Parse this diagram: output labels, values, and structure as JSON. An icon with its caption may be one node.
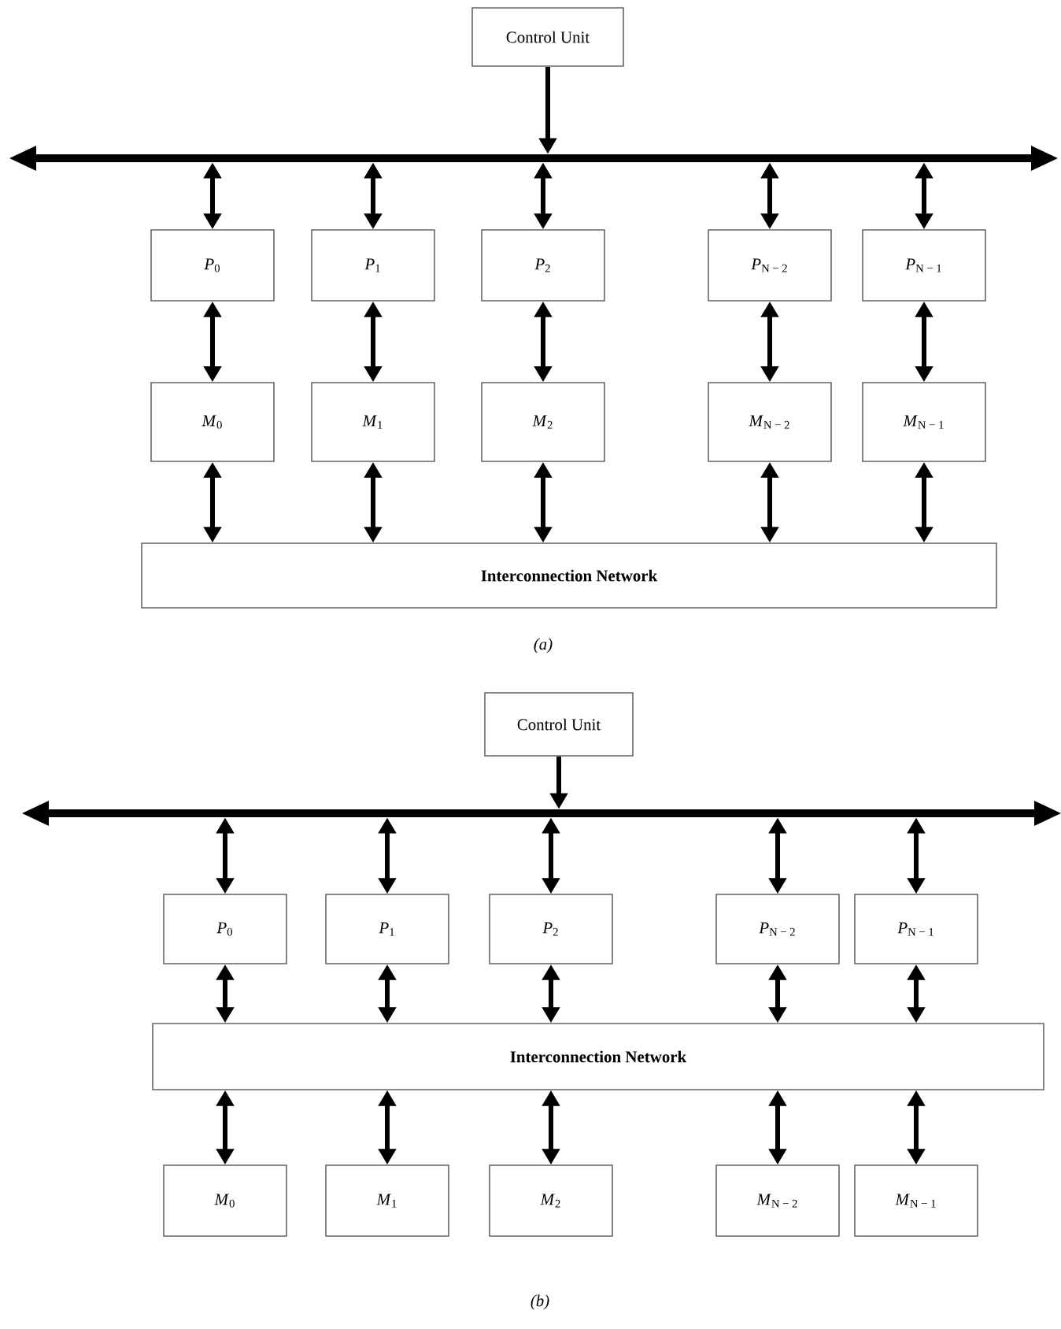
{
  "diagram": {
    "nodes": [
      {
        "text": [
          "Control Unit"
        ]
      },
      {
        "text": [],
        "shape": "bar"
      },
      {
        "text": [
          "*P*$_{0}$"
        ]
      },
      {
        "text": [
          "*P*$_{1}$"
        ]
      },
      {
        "text": [
          "*P*$_{2}$"
        ]
      },
      {
        "text": [
          "*P*$_{N − 2}$"
        ]
      },
      {
        "text": [
          "*P*$_{N − 1}$"
        ]
      },
      {
        "text": [
          "*M*$_{0}$"
        ]
      },
      {
        "text": [
          "*M*$_{1}$"
        ]
      },
      {
        "text": [
          "*M*$_{2}$"
        ]
      },
      {
        "text": [
          "*M*$_{N − 2}$"
        ]
      },
      {
        "text": [
          "*M*$_{N − 1}$"
        ]
      },
      {
        "text": [
          "Interconnection Network"
        ]
      },
      {
        "text": [
          "Control Unit"
        ]
      },
      {
        "text": [],
        "shape": "bar"
      },
      {
        "text": [
          "*P*$_{0}$"
        ]
      },
      {
        "text": [
          "*P*$_{1}$"
        ]
      },
      {
        "text": [
          "*P*$_{2}$"
        ]
      },
      {
        "text": [
          "*P*$_{N − 2}$"
        ]
      },
      {
        "text": [
          "*P*$_{N − 1}$"
        ]
      },
      {
        "text": [
          "Interconnection Network"
        ]
      },
      {
        "text": [
          "*M*$_{0}$"
        ]
      },
      {
        "text": [
          "*M*$_{1}$"
        ]
      },
      {
        "text": [
          "*M*$_{2}$"
        ]
      },
      {
        "text": [
          "*M*$_{N − 2}$"
        ]
      },
      {
        "text": [
          "*M*$_{N − 1}$"
        ]
      }
    ],
    "edges": [
      {
        "from": 0,
        "to": 1,
        "arrow": "to"
      },
      {
        "from": 1,
        "to": 2,
        "arrow": "both"
      },
      {
        "from": 1,
        "to": 3,
        "arrow": "both"
      },
      {
        "from": 1,
        "to": 4,
        "arrow": "both"
      },
      {
        "from": 1,
        "to": 5,
        "arrow": "both"
      },
      {
        "from": 1,
        "to": 6,
        "arrow": "both"
      },
      {
        "from": 2,
        "to": 7,
        "arrow": "both"
      },
      {
        "from": 3,
        "to": 8,
        "arrow": "both"
      },
      {
        "from": 4,
        "to": 9,
        "arrow": "both"
      },
      {
        "from": 5,
        "to": 10,
        "arrow": "both"
      },
      {
        "from": 6,
        "to": 11,
        "arrow": "both"
      },
      {
        "from": 7,
        "to": 12,
        "arrow": "both"
      },
      {
        "from": 8,
        "to": 12,
        "arrow": "both"
      },
      {
        "from": 9,
        "to": 12,
        "arrow": "both"
      },
      {
        "from": 10,
        "to": 12,
        "arrow": "both"
      },
      {
        "from": 11,
        "to": 12,
        "arrow": "both"
      },
      {
        "from": 13,
        "to": 14,
        "arrow": "to"
      },
      {
        "from": 14,
        "to": 15,
        "arrow": "both"
      },
      {
        "from": 14,
        "to": 16,
        "arrow": "both"
      },
      {
        "from": 14,
        "to": 17,
        "arrow": "both"
      },
      {
        "from": 14,
        "to": 18,
        "arrow": "both"
      },
      {
        "from": 14,
        "to": 19,
        "arrow": "both"
      },
      {
        "from": 15,
        "to": 20,
        "arrow": "both"
      },
      {
        "from": 16,
        "to": 20,
        "arrow": "both"
      },
      {
        "from": 17,
        "to": 20,
        "arrow": "both"
      },
      {
        "from": 18,
        "to": 20,
        "arrow": "both"
      },
      {
        "from": 19,
        "to": 20,
        "arrow": "both"
      },
      {
        "from": 20,
        "to": 21,
        "arrow": "both"
      },
      {
        "from": 20,
        "to": 22,
        "arrow": "both"
      },
      {
        "from": 20,
        "to": 23,
        "arrow": "both"
      },
      {
        "from": 20,
        "to": 24,
        "arrow": "both"
      },
      {
        "from": 20,
        "to": 25,
        "arrow": "both"
      }
    ],
    "labels": [
      "(a)",
      "(b)"
    ]
  }
}
